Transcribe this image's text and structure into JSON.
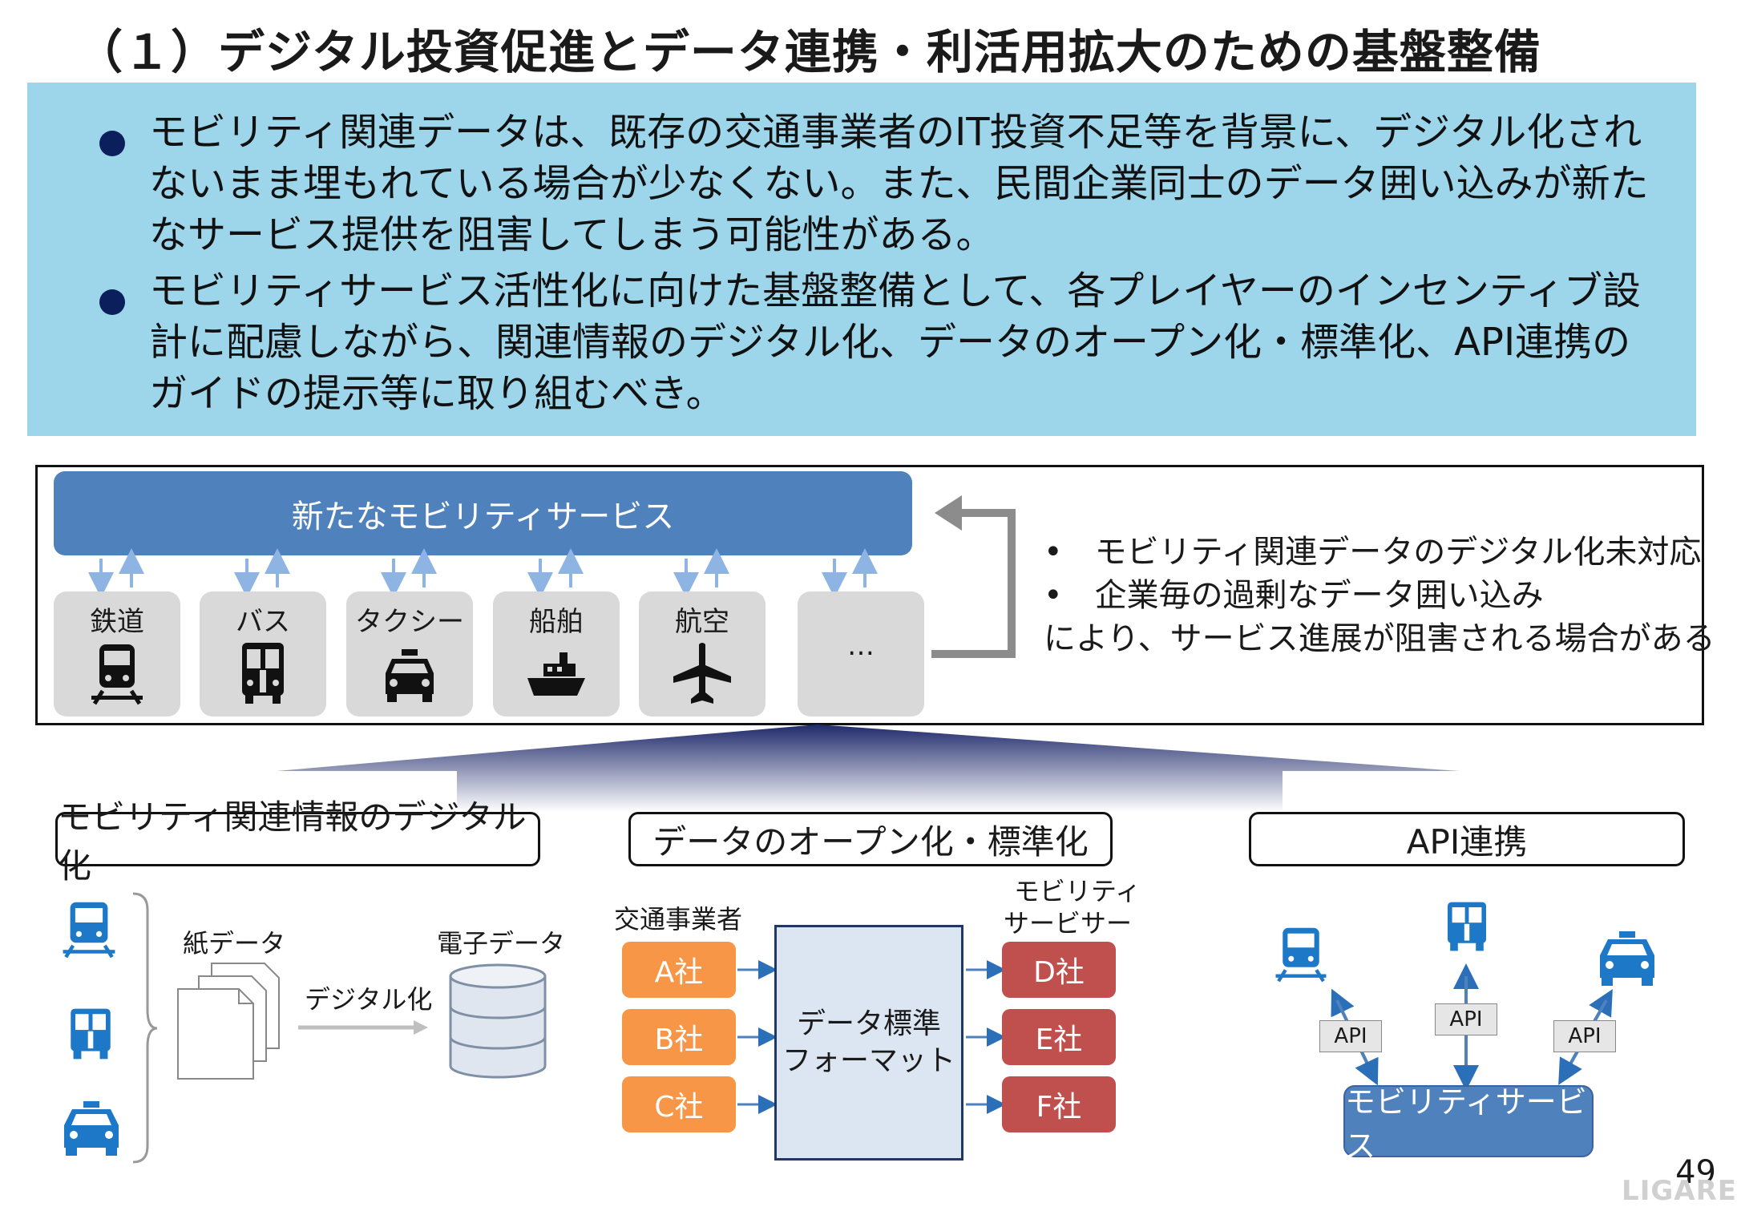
{
  "title": "（１）デジタル投資促進とデータ連携・利活用拡大のための基盤整備",
  "summary": {
    "bullets": [
      "モビリティ関連データは、既存の交通事業者のIT投資不足等を背景に、デジタル化されないまま埋もれている場合が少なくない。また、民間企業同士のデータ囲い込みが新たなサービス提供を阻害してしまう可能性がある。",
      "モビリティサービス活性化に向けた基盤整備として、各プレイヤーのインセンティブ設計に配慮しながら、関連情報のデジタル化、データのオープン化・標準化、API連携のガイドの提示等に取り組むべき。"
    ]
  },
  "top_panel": {
    "service_label": "新たなモビリティサービス",
    "modes": [
      {
        "label": "鉄道",
        "icon": "train-icon"
      },
      {
        "label": "バス",
        "icon": "bus-icon"
      },
      {
        "label": "タクシー",
        "icon": "taxi-icon"
      },
      {
        "label": "船舶",
        "icon": "ship-icon"
      },
      {
        "label": "航空",
        "icon": "airplane-icon"
      },
      {
        "label": "…",
        "icon": ""
      }
    ],
    "notes": [
      "•　モビリティ関連データのデジタル化未対応",
      "•　企業毎の過剰なデータ囲い込み",
      "により、サービス進展が阻害される場合がある"
    ]
  },
  "sections": {
    "digitization": {
      "header": "モビリティ関連情報のデジタル化",
      "paper_label": "紙データ",
      "digital_label": "電子データ",
      "arrow_label": "デジタル化"
    },
    "standardization": {
      "header": "データのオープン化・標準化",
      "operators_label": "交通事業者",
      "providers_label_1": "モビリティ",
      "providers_label_2": "サービサー",
      "operators": [
        "A社",
        "B社",
        "C社"
      ],
      "providers": [
        "D社",
        "E社",
        "F社"
      ],
      "format_line1": "データ標準",
      "format_line2": "フォーマット"
    },
    "api": {
      "header": "API連携",
      "api_labels": [
        "API",
        "API",
        "API"
      ],
      "service_label": "モビリティサービス"
    }
  },
  "page_number": "49",
  "watermark": "LIGARE",
  "colors": {
    "summary_bg": "#9dd5ea",
    "service_blue": "#4f81bd",
    "icon_blue": "#1e78c8",
    "operator_orange": "#f79646",
    "provider_red": "#c0504d"
  }
}
